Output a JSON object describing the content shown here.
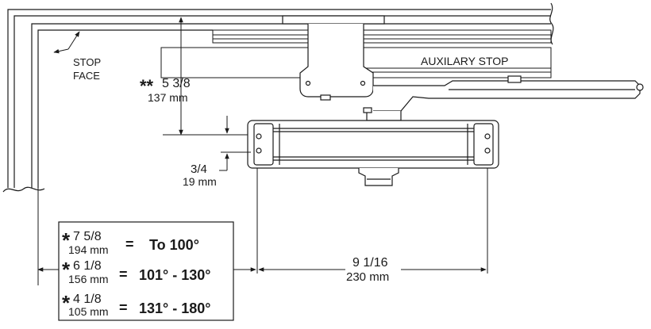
{
  "labels": {
    "stop_face_1": "STOP",
    "stop_face_2": "FACE",
    "auxiliary_stop": "AUXILARY STOP",
    "dim_top_star": "**",
    "dim_top_in": "5 3/8",
    "dim_top_mm": "137 mm",
    "dim_small_in": "3/4",
    "dim_small_mm": "19 mm",
    "dim_width_in": "9 1/16",
    "dim_width_mm": "230 mm"
  },
  "table": {
    "rows": [
      {
        "star": "*",
        "in": "7 5/8",
        "mm": "194 mm",
        "eq": "=",
        "range": "To 100°"
      },
      {
        "star": "*",
        "in": "6 1/8",
        "mm": "156 mm",
        "eq": "=",
        "range": "101° - 130°"
      },
      {
        "star": "*",
        "in": "4 1/8",
        "mm": "105 mm",
        "eq": "=",
        "range": "131° - 180°"
      }
    ]
  },
  "colors": {
    "line": "#1a1a1a",
    "panel_fill": "#ffffff",
    "shade": "#e6e6e6"
  }
}
